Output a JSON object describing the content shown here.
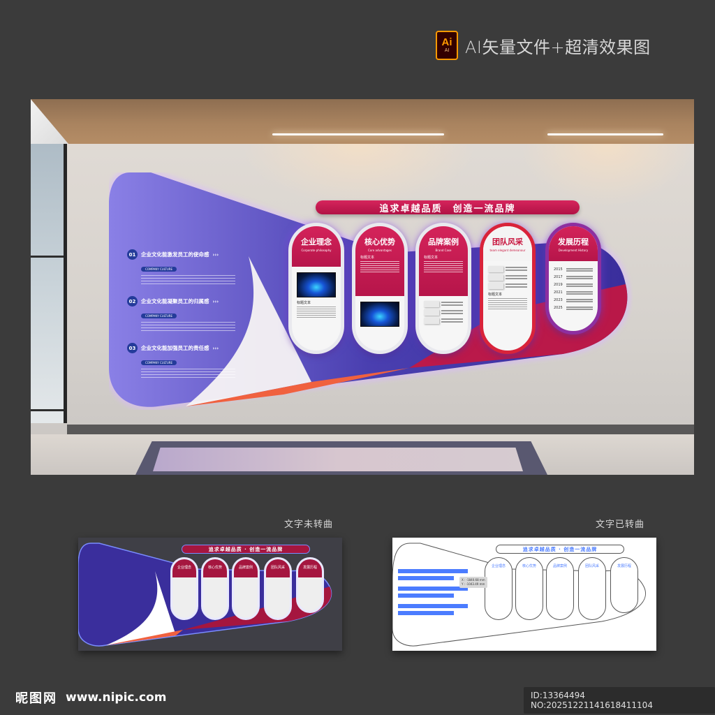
{
  "header": {
    "badge_big": "Ai",
    "badge_small": "AI",
    "title": "AI矢量文件+超清效果图"
  },
  "scene": {
    "slogan": "追求卓越品质　创造一流品牌",
    "intro_items": [
      {
        "num": "01",
        "title": "企业文化能激发员工的使命感",
        "arrow": "›››",
        "tag": "COMPANY CULTURE"
      },
      {
        "num": "02",
        "title": "企业文化能凝聚员工的归属感",
        "arrow": "›››",
        "tag": "COMPANY CULTURE"
      },
      {
        "num": "03",
        "title": "企业文化能加强员工的责任感",
        "arrow": "›››",
        "tag": "COMPANY CULTURE"
      }
    ],
    "panels": [
      {
        "title": "企业理念",
        "subtitle": "Corporate philosophy",
        "label": "标题文本"
      },
      {
        "title": "核心优势",
        "subtitle": "Core advantages",
        "label": "标题文本"
      },
      {
        "title": "品牌案例",
        "subtitle": "Brand Case",
        "label": "标题文本"
      },
      {
        "title": "团队风采",
        "subtitle": "team elegant demeanour",
        "label": "标题文本"
      },
      {
        "title": "发展历程",
        "subtitle": "Development History",
        "years": [
          "2015",
          "2017",
          "2019",
          "2021",
          "2023",
          "2025"
        ]
      }
    ],
    "colors": {
      "accent_red": "#c8163f",
      "accent_purple": "#3a2e9c",
      "accent_orange": "#f0613f",
      "ceiling_wood": "#a9835f"
    }
  },
  "previews": {
    "left_caption": "文字未转曲",
    "right_caption": "文字已转曲",
    "mini_slogan": "追求卓越品质 · 创造一流品牌",
    "mini_titles": [
      "企业理念",
      "核心优势",
      "品牌案例",
      "团队风采",
      "发展历程"
    ],
    "tooltip_x": "X : -1840.68 mm",
    "tooltip_y": "Y : -1043.49 mm"
  },
  "footer": {
    "logo_cn": "昵图网",
    "url": "www.nipic.com",
    "id_text": "ID:13364494 NO:20251221141618411104"
  }
}
